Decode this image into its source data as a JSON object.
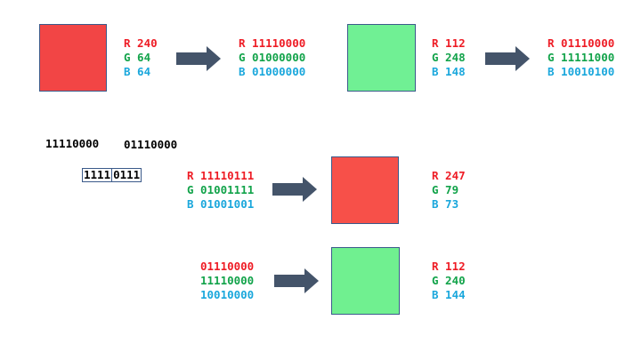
{
  "colors": {
    "red_swatch": "#f24545",
    "green_swatch": "#70f094",
    "result_red_swatch": "#f75049",
    "result_green_swatch": "#70f090",
    "channel_r": "#ee1c25",
    "channel_g": "#12a34a",
    "channel_b": "#1aa7dc",
    "arrow": "#44546a"
  },
  "icons": {
    "arrow": "right-arrow-icon"
  },
  "top_row": {
    "red": {
      "decimal": {
        "r": "R 240",
        "g": "G 64",
        "b": "B 64"
      },
      "binary": {
        "r": "R 11110000",
        "g": "G 01000000",
        "b": "B 01000000"
      }
    },
    "green": {
      "decimal": {
        "r": "R 112",
        "g": "G 248",
        "b": "B 148"
      },
      "binary": {
        "r": "R 01110000",
        "g": "G 11111000",
        "b": "B 10010100"
      }
    }
  },
  "merge_example": {
    "cover_bits": "11110000",
    "secret_bits": "01110000",
    "merged_high": "1111",
    "merged_low": "0111"
  },
  "embed_row": {
    "binary": {
      "r": "R 11110111",
      "g": "G 01001111",
      "b": "B 01001001"
    },
    "decimal": {
      "r": "R 247",
      "g": "G 79",
      "b": "B 73"
    }
  },
  "extract_row": {
    "binary": {
      "r": "01110000",
      "g": "11110000",
      "b": "10010000"
    },
    "decimal": {
      "r": "R 112",
      "g": "G 240",
      "b": "B 144"
    }
  }
}
